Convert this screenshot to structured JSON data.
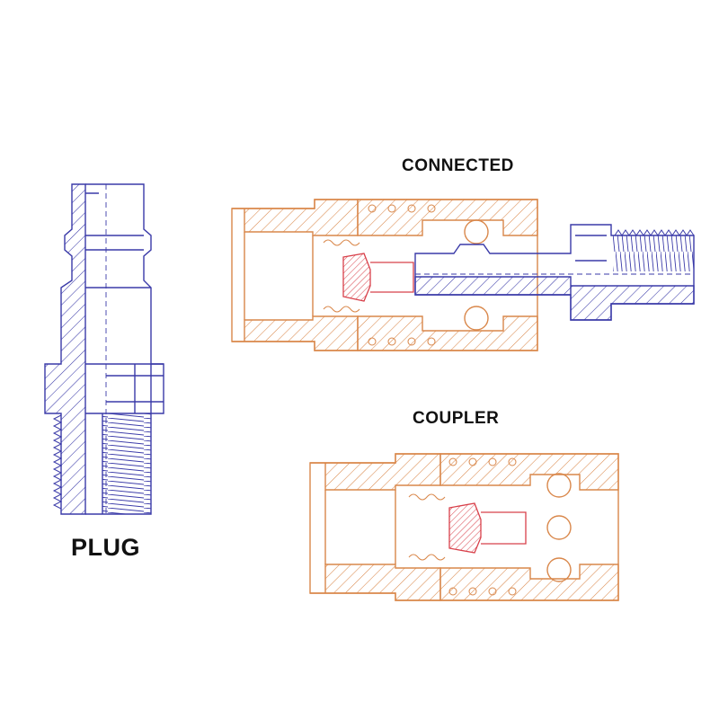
{
  "labels": {
    "connected": "CONNECTED",
    "coupler": "COUPLER",
    "plug": "PLUG"
  },
  "colors": {
    "plug_line": "#3a3aa8",
    "coupler_line": "#d9874a",
    "valve_line": "#d8404a",
    "label_text": "#111111",
    "background": "#ffffff"
  }
}
